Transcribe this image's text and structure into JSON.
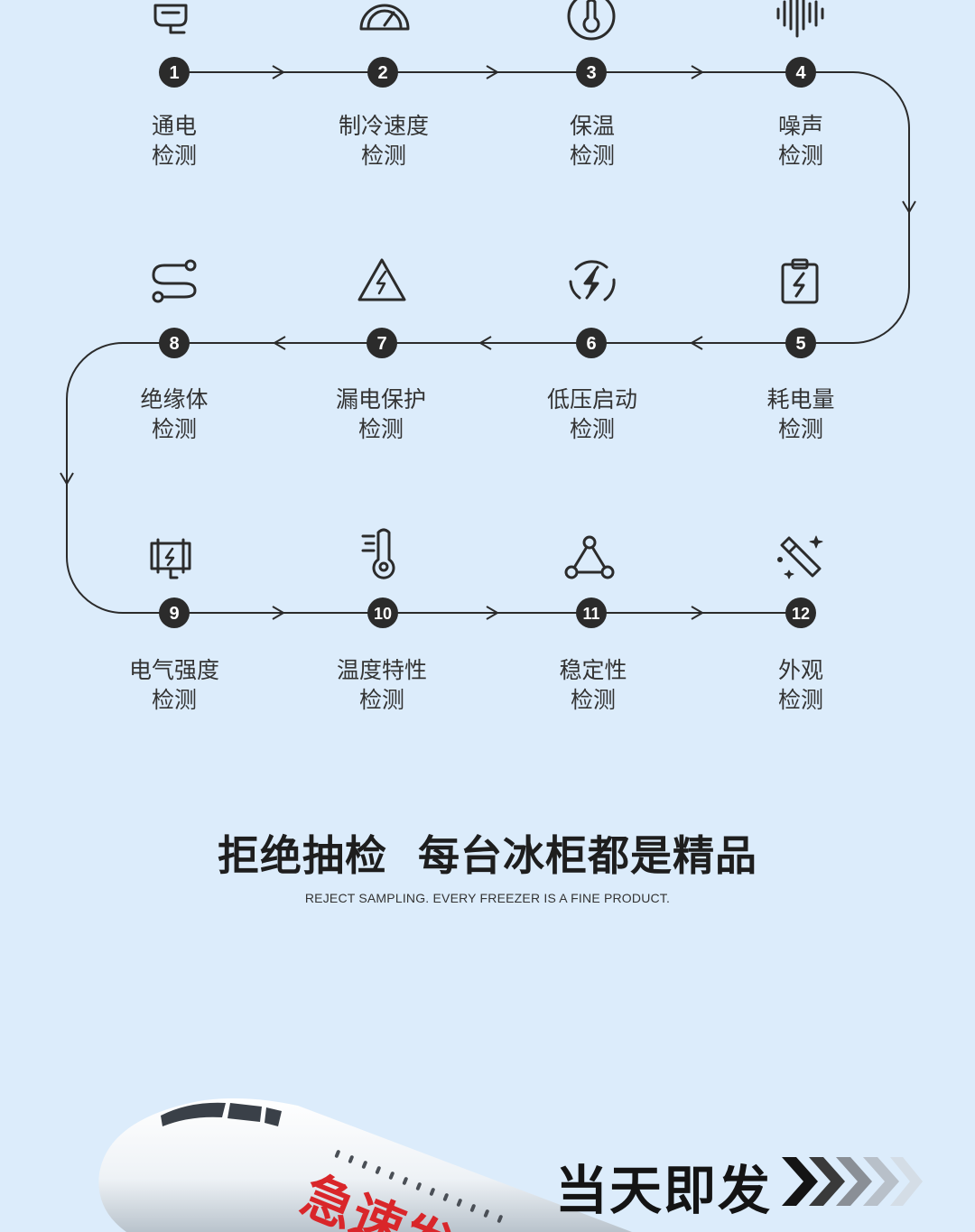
{
  "steps": [
    {
      "num": "1",
      "line1": "通电",
      "line2": "检测",
      "icon": "plug-icon"
    },
    {
      "num": "2",
      "line1": "制冷速度",
      "line2": "检测",
      "icon": "speedometer-icon"
    },
    {
      "num": "3",
      "line1": "保温",
      "line2": "检测",
      "icon": "thermometer-circle-icon"
    },
    {
      "num": "4",
      "line1": "噪声",
      "line2": "检测",
      "icon": "sound-wave-icon"
    },
    {
      "num": "5",
      "line1": "耗电量",
      "line2": "检测",
      "icon": "clipboard-bolt-icon"
    },
    {
      "num": "6",
      "line1": "低压启动",
      "line2": "检测",
      "icon": "bolt-circle-icon"
    },
    {
      "num": "7",
      "line1": "漏电保护",
      "line2": "检测",
      "icon": "warning-bolt-icon"
    },
    {
      "num": "8",
      "line1": "绝缘体",
      "line2": "检测",
      "icon": "route-icon"
    },
    {
      "num": "9",
      "line1": "电气强度",
      "line2": "检测",
      "icon": "panel-bolt-icon"
    },
    {
      "num": "10",
      "line1": "温度特性",
      "line2": "检测",
      "icon": "thermometer-icon"
    },
    {
      "num": "11",
      "line1": "稳定性",
      "line2": "检测",
      "icon": "triangle-nodes-icon"
    },
    {
      "num": "12",
      "line1": "外观",
      "line2": "检测",
      "icon": "magic-wand-icon"
    }
  ],
  "headline": "拒绝抽检  每台冰柜都是精品",
  "subline": "REJECT SAMPLING. EVERY FREEZER IS A FINE PRODUCT.",
  "plane_text": "急速发",
  "ship_text": "当天即发",
  "colors": {
    "background": "#dcecfb",
    "badge": "#2b2b2b",
    "line": "#2b2b2b",
    "accent_red": "#d9262a"
  }
}
